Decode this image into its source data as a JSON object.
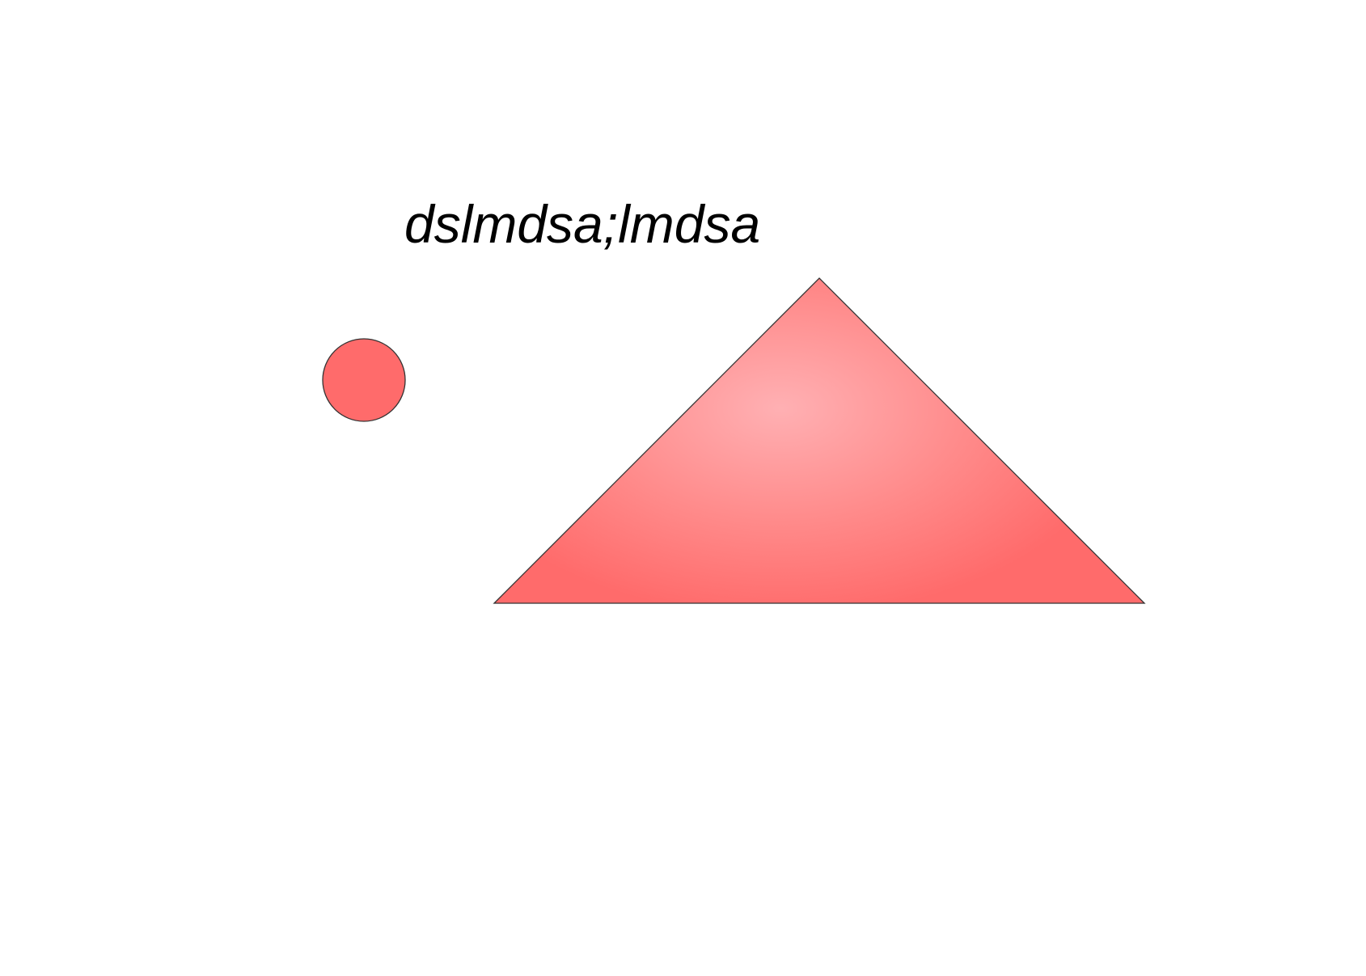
{
  "canvas": {
    "text_label": "dslmdsa;lmdsa"
  },
  "colors": {
    "background": "#ffffff",
    "shape_fill": "#ff6b6b",
    "shape_highlight": "#ffb0b3",
    "shape_stroke": "#333333",
    "text": "#000000"
  },
  "shapes": [
    {
      "kind": "circle",
      "name": "red-circle",
      "fill": "solid"
    },
    {
      "kind": "triangle",
      "name": "red-triangle",
      "fill": "radial-gradient"
    }
  ]
}
